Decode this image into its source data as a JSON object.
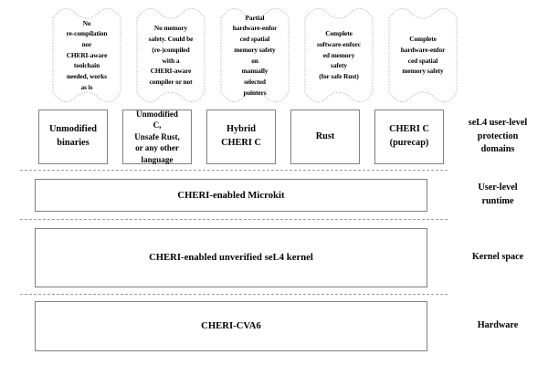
{
  "diagram": {
    "title": "CHERI-enabled seL4 system stack",
    "colors": {
      "box_border": "#808080",
      "separator": "#9a9a9a",
      "scroll_border": "#b0b0b0",
      "text": "#000000",
      "background": "#ffffff"
    },
    "annotations": [
      {
        "id": "annotation-unmodified-binaries",
        "text": "No\nre-compilation\nnor\nCHERI-aware\ntoolchain\nneeded, works\nas is"
      },
      {
        "id": "annotation-unmodified-c",
        "text": "No memory\nsafety. Could be\n(re-)compiled\nwith a\nCHERI-aware\ncompiler or not"
      },
      {
        "id": "annotation-hybrid-cheri-c",
        "text": "Partial\nhardware-enfor\nced spatial\nmemory safety\non\nmanually\nselected\npointers"
      },
      {
        "id": "annotation-rust",
        "text": "Complete\nsoftware-enforc\ned memory\nsafety\n(for safe Rust)"
      },
      {
        "id": "annotation-cheri-c-purecap",
        "text": "Complete\nhardware-enfor\nced spatial\nmemory safety"
      }
    ],
    "components": [
      {
        "id": "component-unmodified-binaries",
        "text": "Unmodified\nbinaries",
        "small": false
      },
      {
        "id": "component-unmodified-c",
        "text": "Unmodified\nC,\nUnsafe Rust,\nor any other\nlanguage",
        "small": true
      },
      {
        "id": "component-hybrid-cheri-c",
        "text": "Hybrid\nCHERI C",
        "small": false
      },
      {
        "id": "component-rust",
        "text": "Rust",
        "small": false
      },
      {
        "id": "component-cheri-c-purecap",
        "text": "CHERI C\n(purecap)",
        "small": false
      }
    ],
    "layers": [
      {
        "id": "layer-microkit",
        "text": "CHERI-enabled Microkit"
      },
      {
        "id": "layer-sel4-kernel",
        "text": "CHERI-enabled unverified seL4 kernel"
      },
      {
        "id": "layer-cheri-cva6",
        "text": "CHERI-CVA6"
      }
    ],
    "side_labels": [
      {
        "id": "side-label-protection-domains",
        "text": "seL4 user-level\nprotection\ndomains"
      },
      {
        "id": "side-label-user-level-runtime",
        "text": "User-level\nruntime"
      },
      {
        "id": "side-label-kernel-space",
        "text": "Kernel space"
      },
      {
        "id": "side-label-hardware",
        "text": "Hardware"
      }
    ]
  }
}
